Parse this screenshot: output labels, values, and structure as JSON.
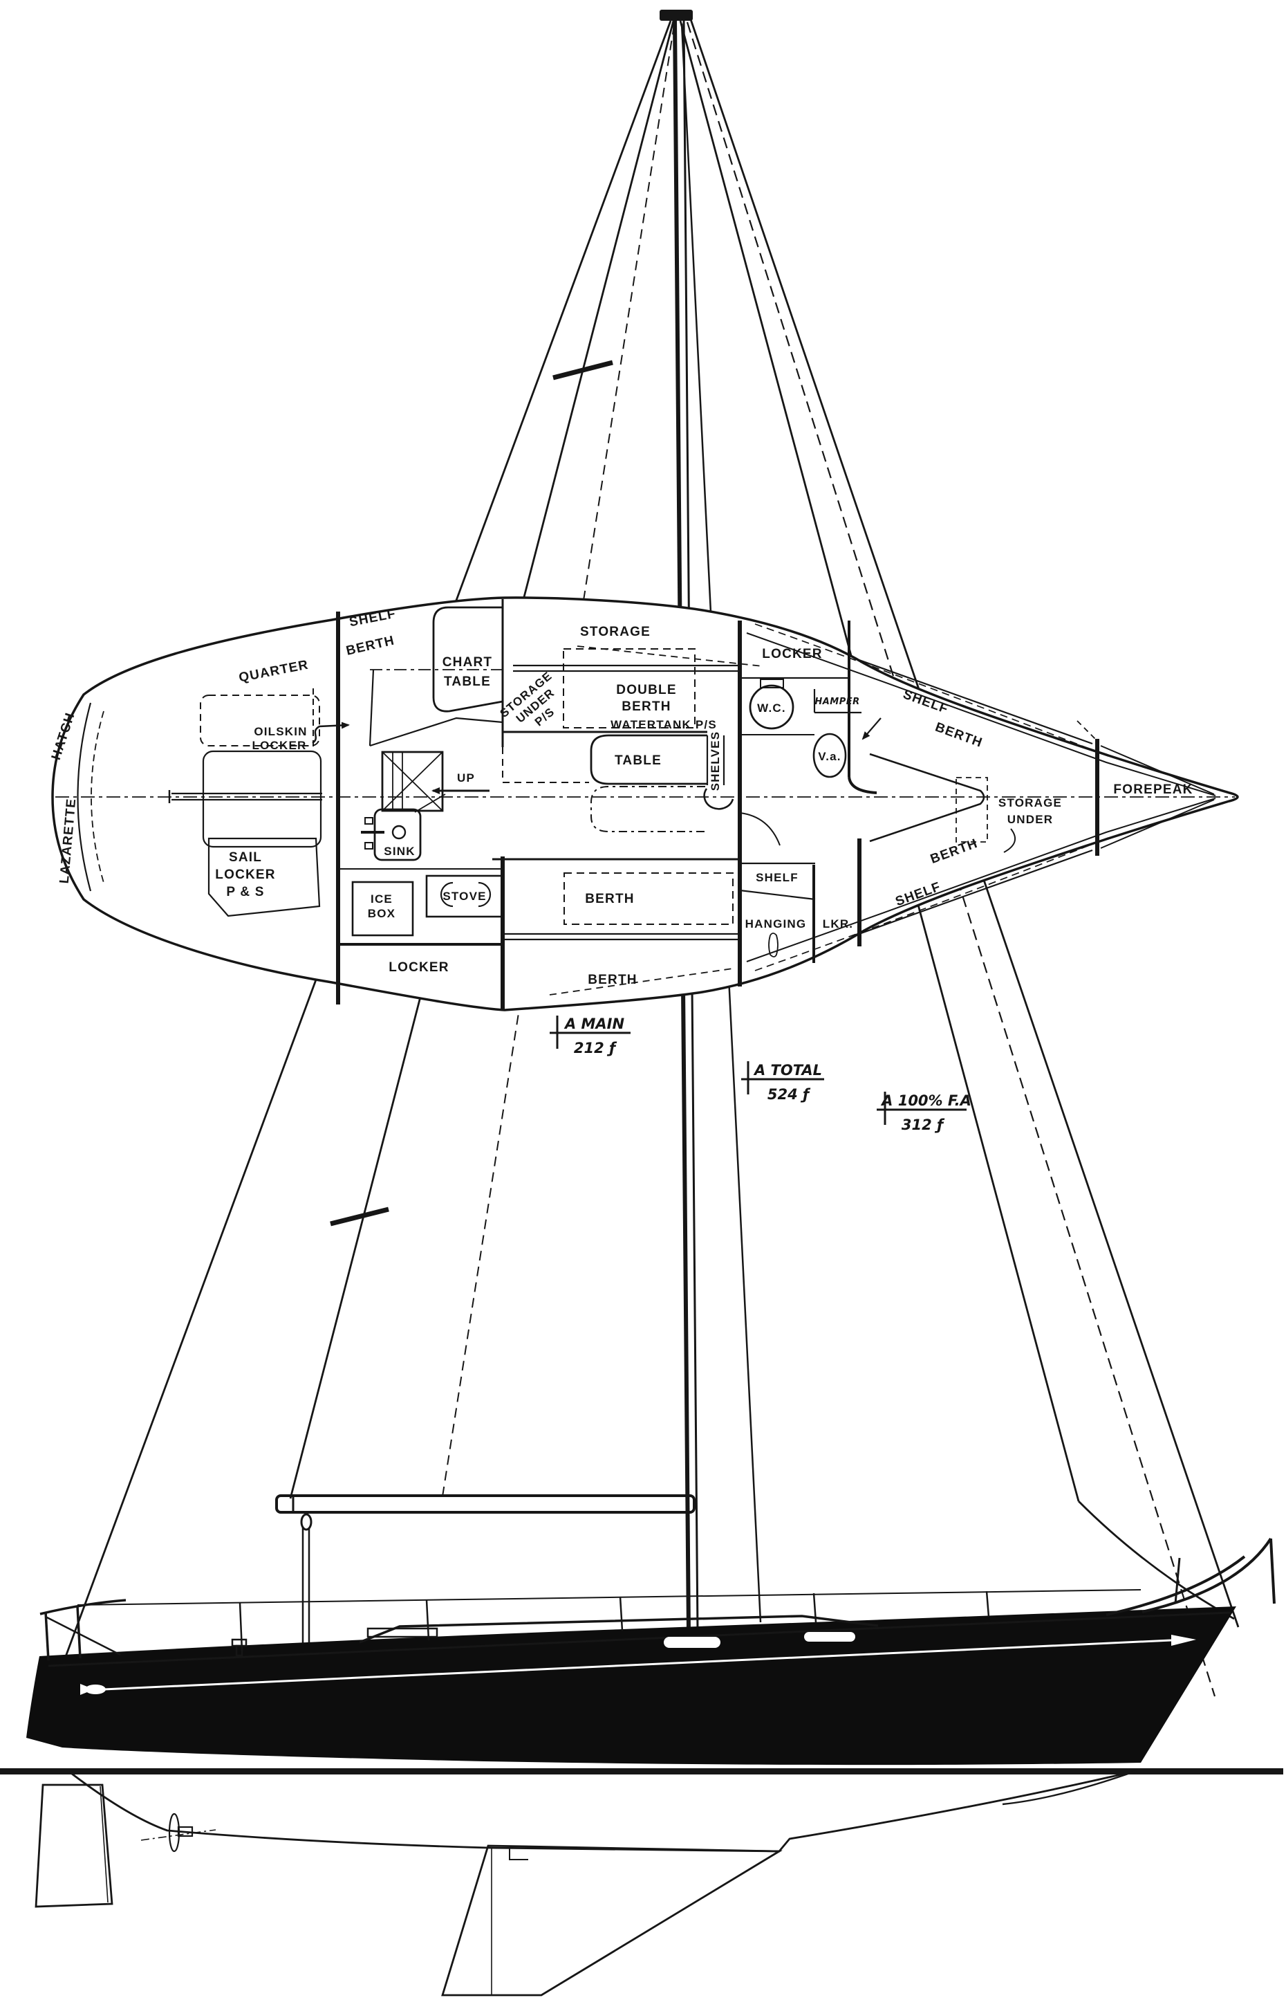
{
  "drawing_title": "Sailboat sail plan and accommodation plan line drawing",
  "colors": {
    "ink": "#161616",
    "paper": "#ffffff",
    "hull": "#0d0d0d"
  },
  "labels": {
    "lazarette_1": "LAZARETTE",
    "lazarette_2": "HATCH",
    "shelf_aft": "SHELF",
    "berth_aft": "BERTH",
    "quarter": "QUARTER",
    "oilskin_1": "OILSKIN",
    "oilskin_2": "LOCKER",
    "chart_1": "CHART",
    "chart_2": "TABLE",
    "storage_aft": "STORAGE",
    "sup_1": "STORAGE",
    "sup_2": "UNDER",
    "sup_3": "P/S",
    "double_1": "DOUBLE",
    "double_2": "BERTH",
    "watertank": "WATERTANK P/S",
    "table": "TABLE",
    "shelves": "SHELVES",
    "up": "UP",
    "sink": "SINK",
    "ice_1": "ICE",
    "ice_2": "BOX",
    "stove": "STOVE",
    "sail_1": "SAIL",
    "sail_2": "LOCKER",
    "sail_3": "P & S",
    "locker_aft": "LOCKER",
    "berth_settee": "BERTH",
    "berth_lower": "BERTH",
    "locker_wc": "LOCKER",
    "wc": "W.C.",
    "hamper": "HAMPER",
    "va": "V.a.",
    "shelf_stbd": "SHELF",
    "berth_stbd": "BERTH",
    "shelf_small": "SHELF",
    "hanging_1": "HANGING",
    "hanging_2": "LKR.",
    "shelf_port_fwd": "SHELF",
    "berth_port_fwd": "BERTH",
    "storage_under_1": "STORAGE",
    "storage_under_2": "UNDER",
    "forepeak": "FOREPEAK"
  },
  "sail_areas": [
    {
      "name": "A MAIN",
      "value": "212 ƒ"
    },
    {
      "name": "A TOTAL",
      "value": "524 ƒ"
    },
    {
      "name": "A 100% F.A",
      "value": "312 ƒ"
    }
  ]
}
